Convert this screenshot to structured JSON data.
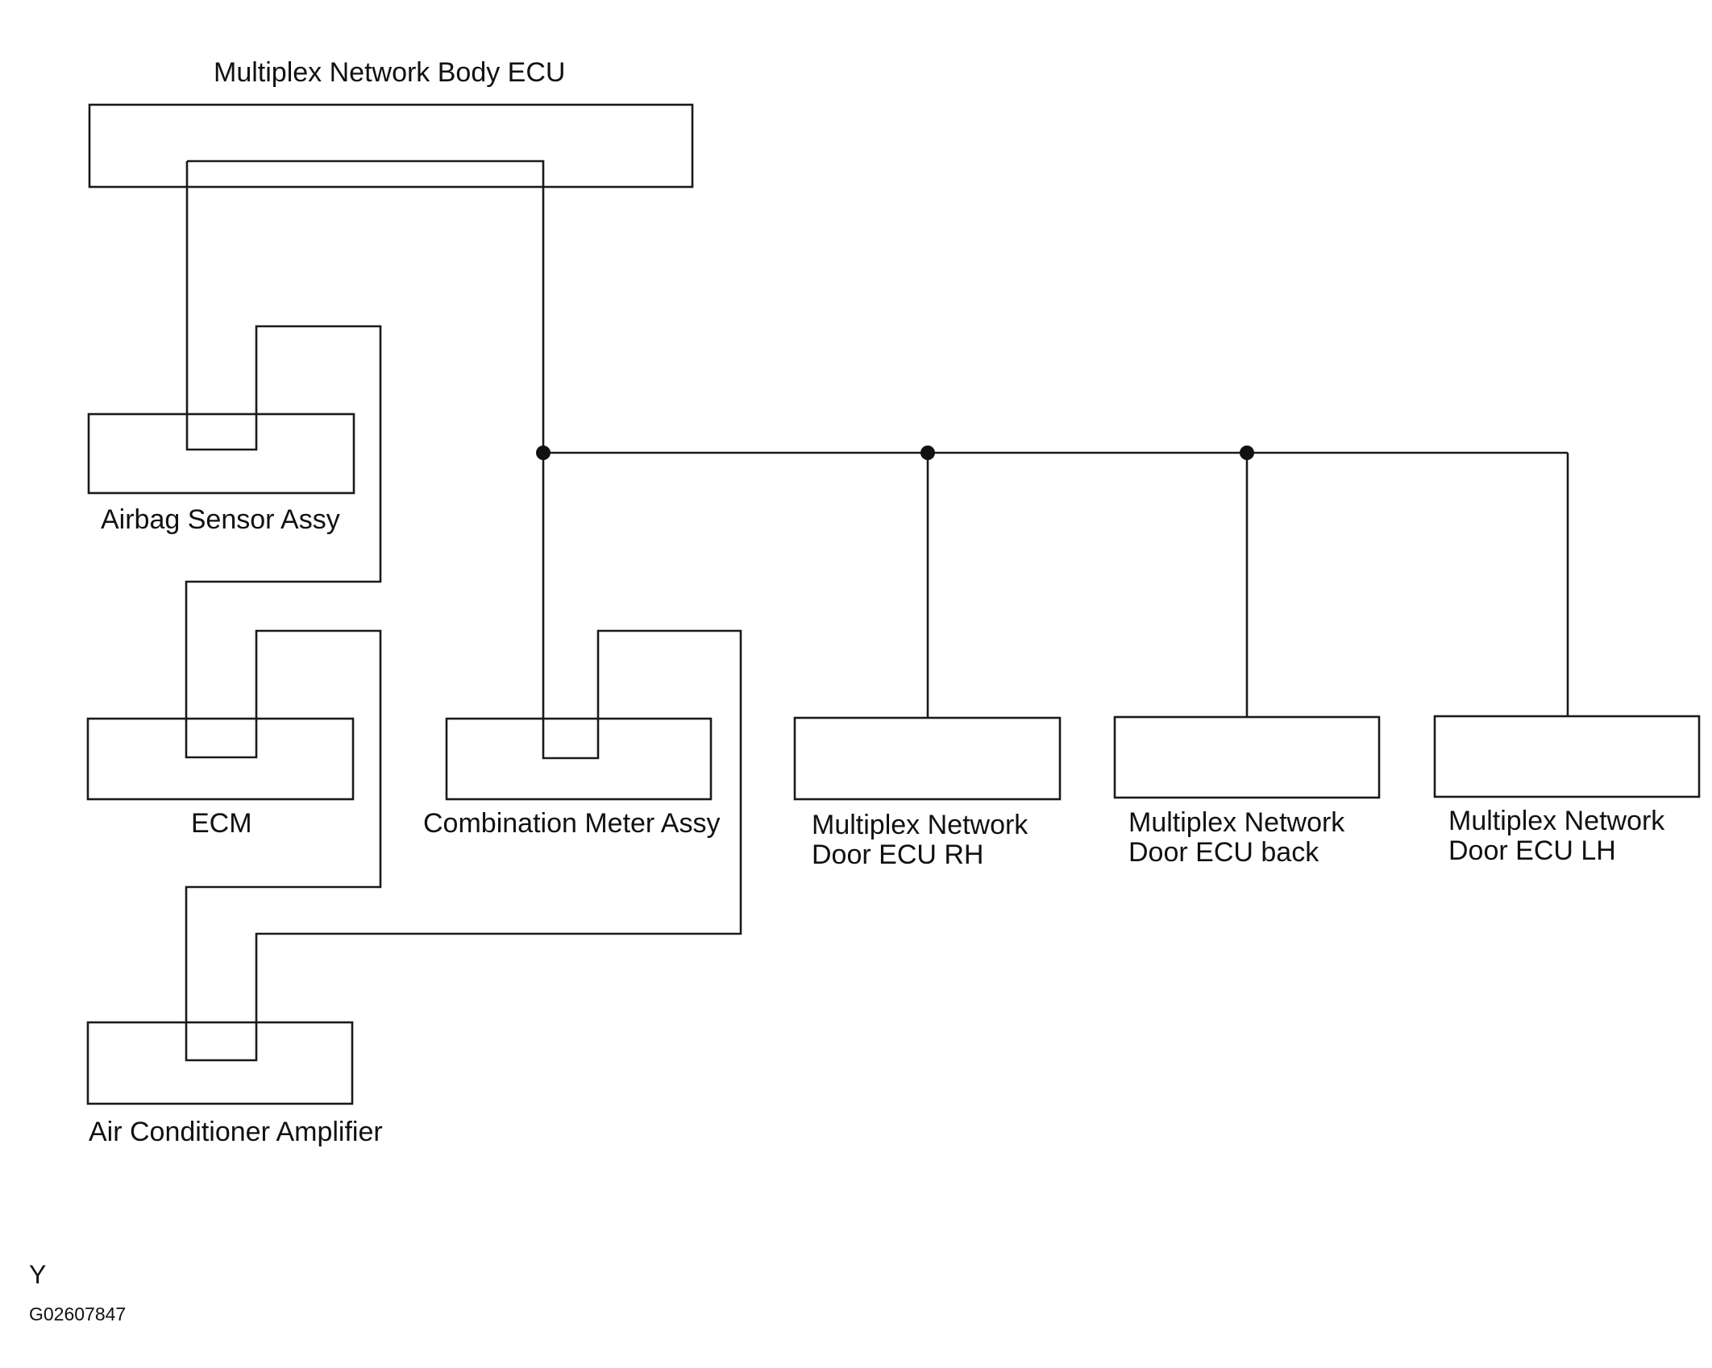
{
  "diagram": {
    "labels": {
      "body_ecu": "Multiplex Network Body ECU",
      "airbag": "Airbag Sensor Assy",
      "ecm": "ECM",
      "combination_meter": "Combination Meter Assy",
      "ac_amplifier": "Air Conditioner Amplifier",
      "door_rh_line1": "Multiplex Network",
      "door_rh_line2": "Door ECU RH",
      "door_back_line1": "Multiplex Network",
      "door_back_line2": "Door ECU back",
      "door_lh_line1": "Multiplex Network",
      "door_lh_line2": "Door ECU LH"
    },
    "footer": {
      "mark": "Y",
      "code": "G02607847"
    }
  }
}
